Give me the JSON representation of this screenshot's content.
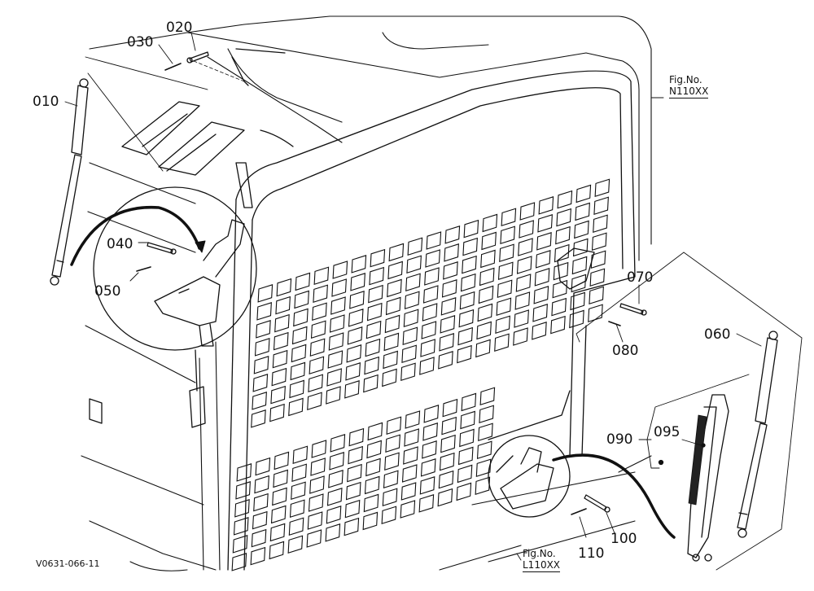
{
  "parts": [
    {
      "id": "p010",
      "number": "010"
    },
    {
      "id": "p020",
      "number": "020"
    },
    {
      "id": "p030",
      "number": "030"
    },
    {
      "id": "p040",
      "number": "040"
    },
    {
      "id": "p050",
      "number": "050"
    },
    {
      "id": "p060",
      "number": "060"
    },
    {
      "id": "p070",
      "number": "070"
    },
    {
      "id": "p080",
      "number": "080"
    },
    {
      "id": "p090",
      "number": "090"
    },
    {
      "id": "p095",
      "number": "095"
    },
    {
      "id": "p100",
      "number": "100"
    },
    {
      "id": "p110",
      "number": "110"
    }
  ],
  "fig_refs": {
    "top": {
      "line1": "Fig.No.",
      "line2": "N110XX"
    },
    "bottom": {
      "line1": "Fig.No.",
      "line2": "L110XX"
    }
  },
  "drawing_code": "V0631-066-11"
}
